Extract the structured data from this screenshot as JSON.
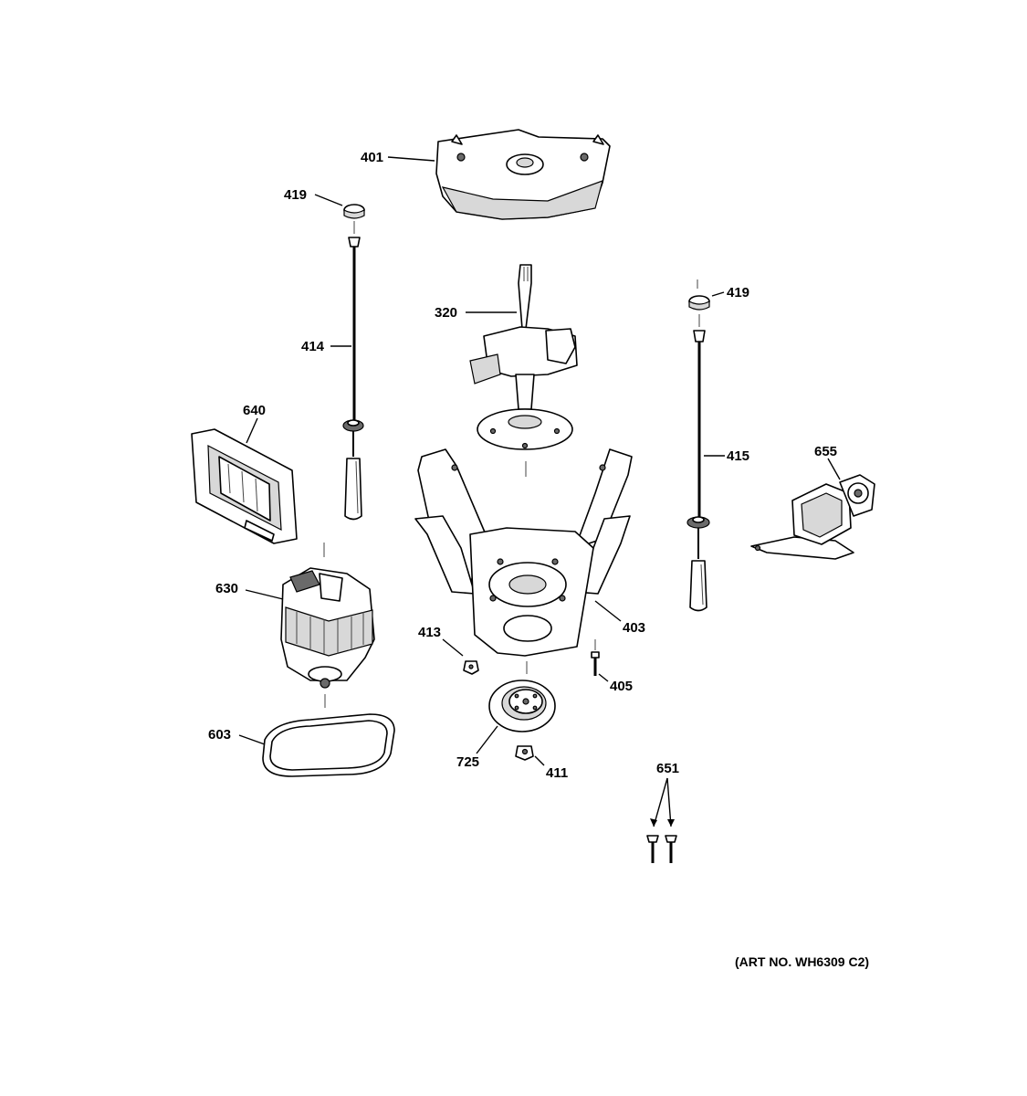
{
  "diagram": {
    "art_number": "(ART NO. WH6309 C2)",
    "parts": [
      {
        "id": "p401",
        "number": "401"
      },
      {
        "id": "p419a",
        "number": "419"
      },
      {
        "id": "p419b",
        "number": "419"
      },
      {
        "id": "p320",
        "number": "320"
      },
      {
        "id": "p414",
        "number": "414"
      },
      {
        "id": "p415",
        "number": "415"
      },
      {
        "id": "p640",
        "number": "640"
      },
      {
        "id": "p655",
        "number": "655"
      },
      {
        "id": "p630",
        "number": "630"
      },
      {
        "id": "p403",
        "number": "403"
      },
      {
        "id": "p413",
        "number": "413"
      },
      {
        "id": "p405",
        "number": "405"
      },
      {
        "id": "p603",
        "number": "603"
      },
      {
        "id": "p725",
        "number": "725"
      },
      {
        "id": "p411",
        "number": "411"
      },
      {
        "id": "p651",
        "number": "651"
      }
    ]
  }
}
